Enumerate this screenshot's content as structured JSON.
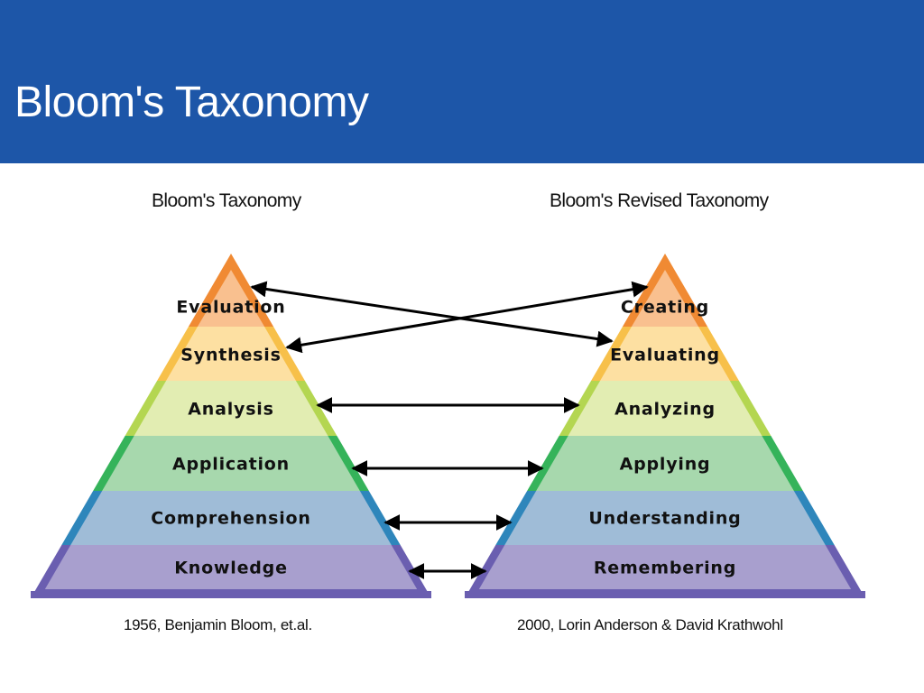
{
  "slide": {
    "title": "Bloom's Taxonomy"
  },
  "left_pyramid": {
    "heading": "Bloom's Taxonomy",
    "credit": "1956, Benjamin Bloom, et.al.",
    "levels": [
      "Evaluation",
      "Synthesis",
      "Analysis",
      "Application",
      "Comprehension",
      "Knowledge"
    ]
  },
  "right_pyramid": {
    "heading": "Bloom's Revised Taxonomy",
    "credit": "2000, Lorin Anderson & David Krathwohl",
    "levels": [
      "Creating",
      "Evaluating",
      "Analyzing",
      "Applying",
      "Understanding",
      "Remembering"
    ]
  },
  "level_colors": [
    {
      "fill": "#f9c08f",
      "border": "#f08a33"
    },
    {
      "fill": "#fde0a2",
      "border": "#f7c04a"
    },
    {
      "fill": "#e2edb2",
      "border": "#b4d651"
    },
    {
      "fill": "#a7d8ad",
      "border": "#35b35a"
    },
    {
      "fill": "#9fbcd7",
      "border": "#2e86bb"
    },
    {
      "fill": "#a89fce",
      "border": "#6a5eb0"
    }
  ],
  "connections": [
    {
      "from": "Evaluation",
      "to": "Evaluating"
    },
    {
      "from": "Synthesis",
      "to": "Creating"
    },
    {
      "from": "Analysis",
      "to": "Analyzing"
    },
    {
      "from": "Application",
      "to": "Applying"
    },
    {
      "from": "Comprehension",
      "to": "Understanding"
    },
    {
      "from": "Knowledge",
      "to": "Remembering"
    }
  ]
}
